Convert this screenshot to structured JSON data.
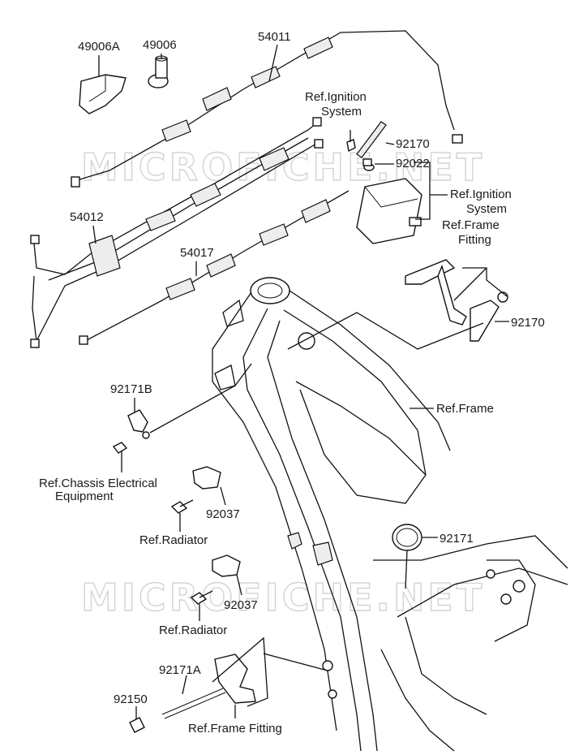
{
  "watermark": "MICROFICHE.NET",
  "labels": {
    "p49006A": "49006A",
    "p49006": "49006",
    "p54011": "54011",
    "p54012": "54012",
    "p54017": "54017",
    "ref_ignition_1": [
      "Ref.Ignition",
      "System"
    ],
    "p92170_top": "92170",
    "p92022": "92022",
    "ref_ignition_2": [
      "Ref.Ignition",
      "System"
    ],
    "ref_frame_fitting_1": [
      "Ref.Frame",
      "Fitting"
    ],
    "p92170_mid": "92170",
    "ref_frame": "Ref.Frame",
    "p92171B": "92171B",
    "ref_chassis": [
      "Ref.Chassis Electrical",
      "Equipment"
    ],
    "p92037_a": "92037",
    "ref_radiator_a": "Ref.Radiator",
    "p92171": "92171",
    "p92037_b": "92037",
    "ref_radiator_b": "Ref.Radiator",
    "p92171A": "92171A",
    "p92150": "92150",
    "ref_frame_fitting_2": "Ref.Frame Fitting"
  }
}
